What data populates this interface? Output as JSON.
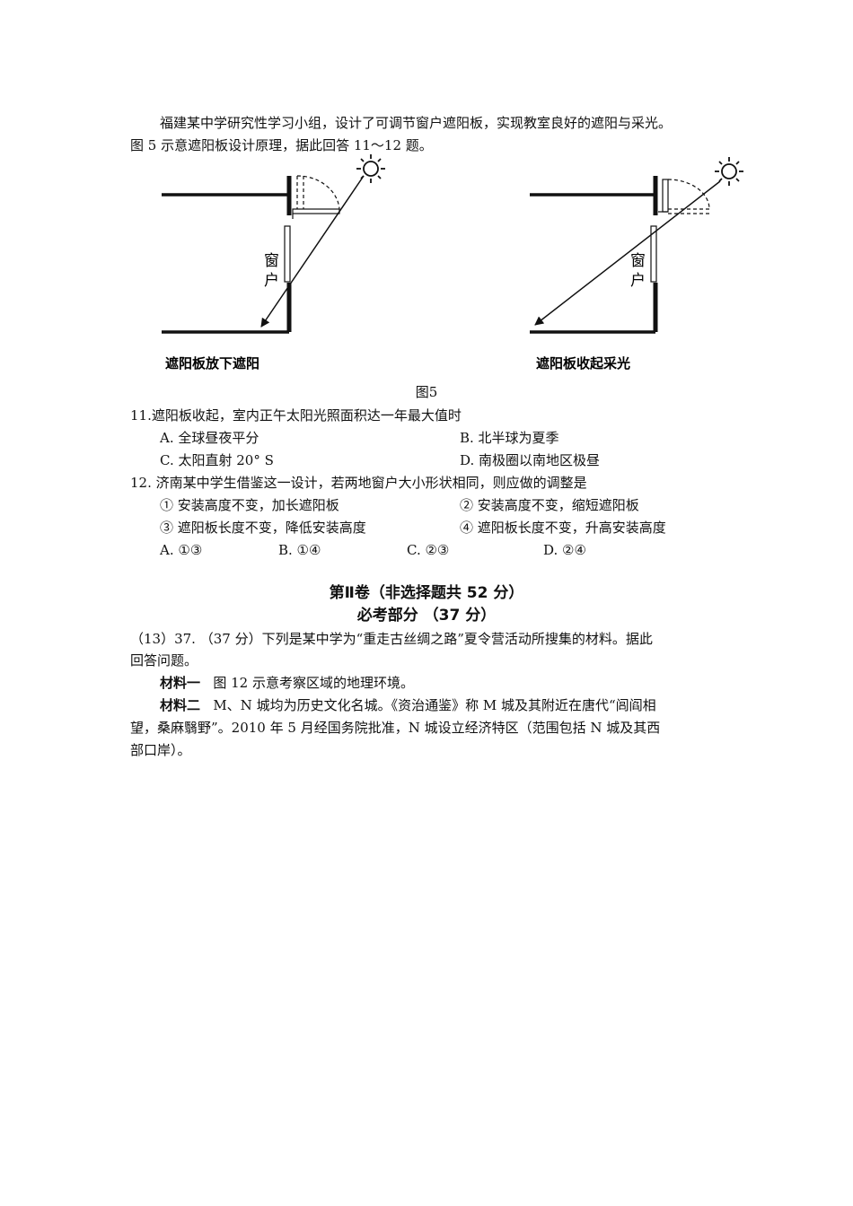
{
  "intro": {
    "line1": "福建某中学研究性学习小组，设计了可调节窗户遮阳板，实现教室良好的遮阳与采光。",
    "line2": "图 5 示意遮阳板设计原理，据此回答 11～12 题。"
  },
  "figure": {
    "left": {
      "window_char1": "窗",
      "window_char2": "户",
      "caption": "遮阳板放下遮阳"
    },
    "right": {
      "window_char1": "窗",
      "window_char2": "户",
      "caption": "遮阳板收起采光"
    },
    "title": "图5"
  },
  "q11": {
    "stem": "11.遮阳板收起，室内正午太阳光照面积达一年最大值时",
    "options": [
      "A.  全球昼夜平分",
      "B.  北半球为夏季",
      "C.  太阳直射 20° S",
      "D.  南极圈以南地区极昼"
    ]
  },
  "q12": {
    "stem": "12.  济南某中学生借鉴这一设计，若两地窗户大小形状相同，则应做的调整是",
    "items": [
      "① 安装高度不变，加长遮阳板",
      "② 安装高度不变，缩短遮阳板",
      "③ 遮阳板长度不变，降低安装高度",
      "④ 遮阳板长度不变，升高安装高度"
    ],
    "options": [
      "A. ①③",
      "B.  ①④",
      "C.  ②③",
      "D.  ②④"
    ]
  },
  "section2": {
    "title": "第Ⅱ卷（非选择题共 52 分）",
    "subtitle": "必考部分    （37 分）"
  },
  "q37": {
    "line1": "（13）37. （37 分）下列是某中学为“重走古丝绸之路”夏令营活动所搜集的材料。据此",
    "line2": "回答问题。",
    "m1_label": "材料一",
    "m1_text": "图 12 示意考察区域的地理环境。",
    "m2_label": "材料二",
    "m2_line1": "M、N 城均为历史文化名城。《资治通鉴》称 M 城及其附近在唐代“闾阎相",
    "m2_line2": "望，桑麻翳野”。2010 年 5 月经国务院批准，N 城设立经济特区（范围包括 N 城及其西",
    "m2_line3": "部口岸）。"
  }
}
